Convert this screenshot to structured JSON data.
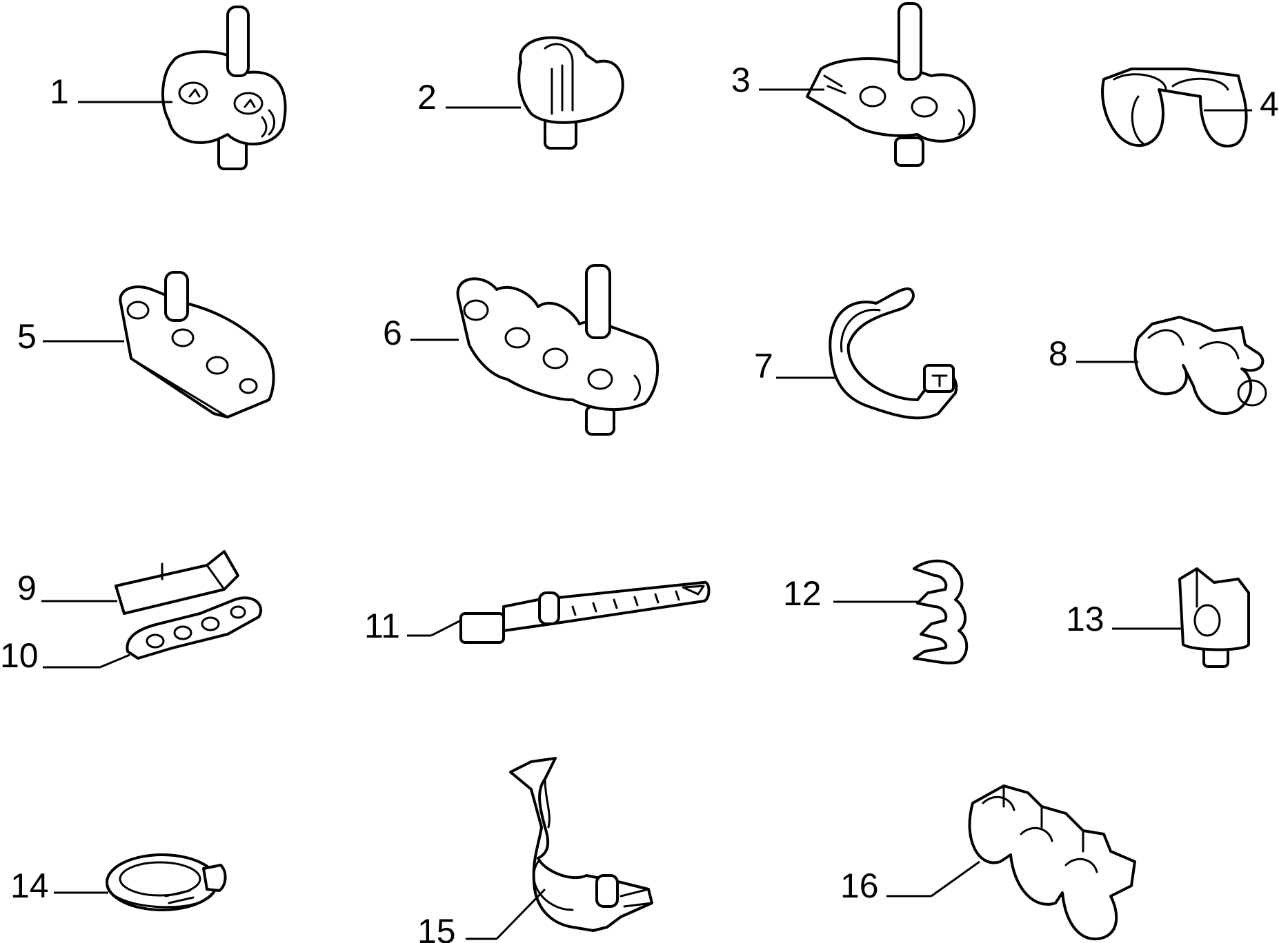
{
  "title": "",
  "parts": [
    {
      "id": "p1",
      "label": "1",
      "name": "clip-double-with-stud-1"
    },
    {
      "id": "p2",
      "label": "2",
      "name": "clip-single-with-stud-2"
    },
    {
      "id": "p3",
      "label": "3",
      "name": "clip-double-with-plate-and-stud-3"
    },
    {
      "id": "p4",
      "label": "4",
      "name": "clip-double-open-4"
    },
    {
      "id": "p5",
      "label": "5",
      "name": "clip-triple-rail-with-stud-5"
    },
    {
      "id": "p6",
      "label": "6",
      "name": "clip-quadruple-with-stud-6"
    },
    {
      "id": "p7",
      "label": "7",
      "name": "strap-band-clip-7"
    },
    {
      "id": "p8",
      "label": "8",
      "name": "clip-double-open-8"
    },
    {
      "id": "p9",
      "label": "9",
      "name": "bracket-cover-9"
    },
    {
      "id": "p10",
      "label": "10",
      "name": "clip-multi-rail-10"
    },
    {
      "id": "p11",
      "label": "11",
      "name": "cable-tie-with-stud-11"
    },
    {
      "id": "p12",
      "label": "12",
      "name": "clip-triple-comb-12"
    },
    {
      "id": "p13",
      "label": "13",
      "name": "clip-single-with-stud-13"
    },
    {
      "id": "p14",
      "label": "14",
      "name": "hose-clamp-ring-14"
    },
    {
      "id": "p15",
      "label": "15",
      "name": "bracket-clip-with-stud-15"
    },
    {
      "id": "p16",
      "label": "16",
      "name": "clip-triple-stacked-16"
    }
  ]
}
